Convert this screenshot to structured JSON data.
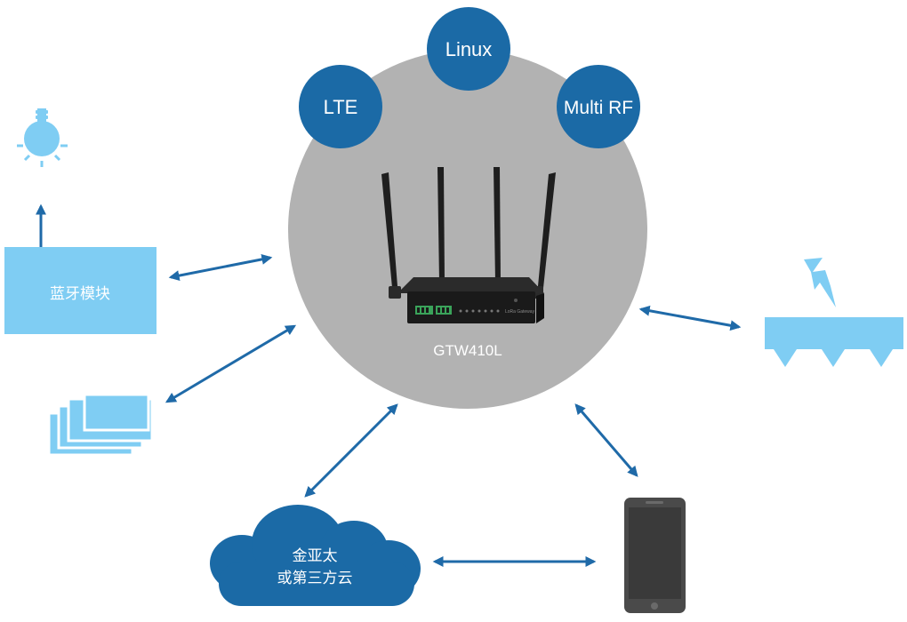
{
  "center": {
    "device_label": "GTW410L"
  },
  "badges": [
    {
      "label": "LTE"
    },
    {
      "label": "Linux"
    },
    {
      "label": "Multi RF"
    }
  ],
  "bluetooth_module": {
    "label": "蓝牙模块"
  },
  "cloud": {
    "line1": "金亚太",
    "line2": "或第三方云"
  },
  "router_faceplate": {
    "brand_text": "LoRa Gateway"
  },
  "colors": {
    "badge_blue": "#1b6aa6",
    "arrow_blue": "#1f6aa8",
    "light_blue": "#7fcdf3",
    "hub_gray": "#b2b2b2",
    "phone_gray": "#4a4a4a"
  }
}
